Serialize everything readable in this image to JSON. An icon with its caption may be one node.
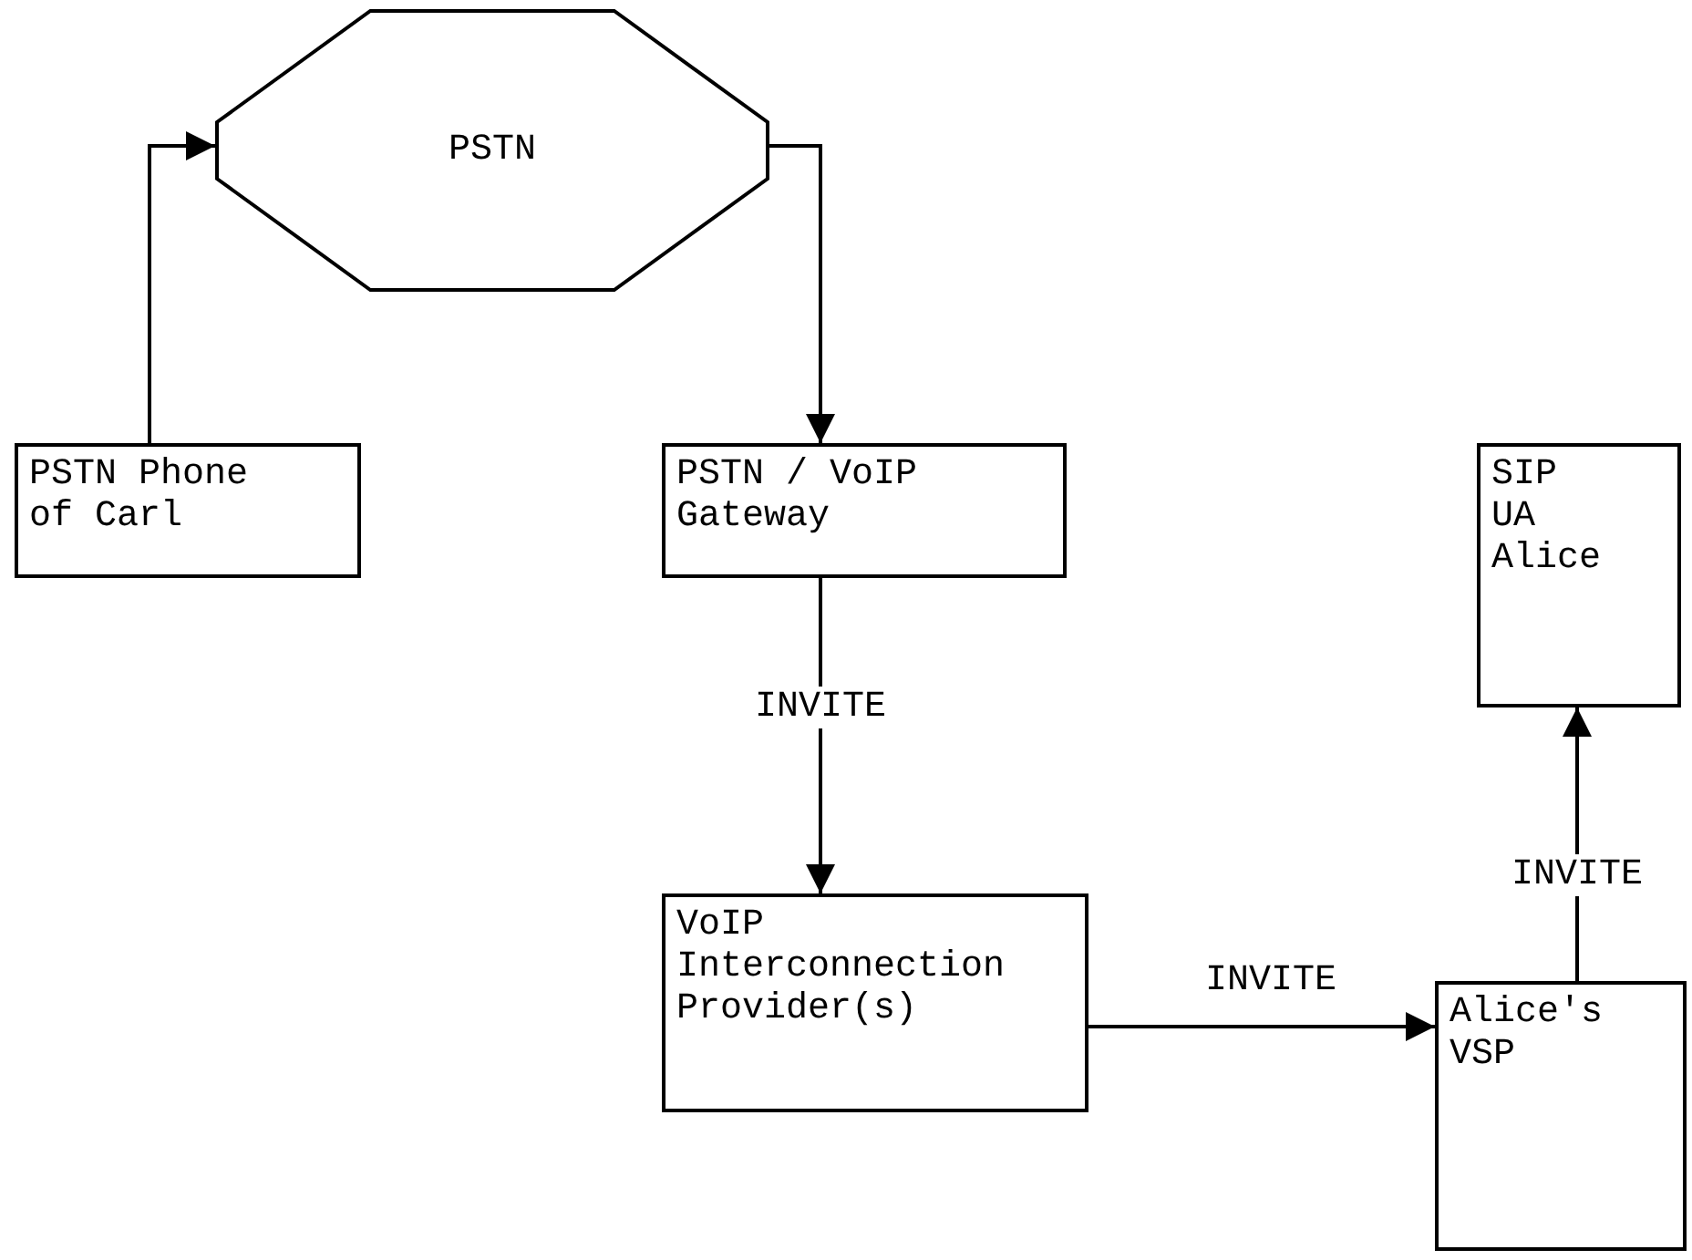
{
  "diagram": {
    "nodes": [
      {
        "text": [
          "PSTN"
        ]
      },
      {
        "text": [
          "PSTN / VoIP Gateway"
        ]
      },
      {
        "text": [
          "PSTN Phone of Carl"
        ]
      },
      {
        "text": [
          "SIP UA Alice"
        ]
      },
      {
        "text": [
          "VoIP Interconnection Provider(s)"
        ]
      },
      {
        "text": [
          "Alice's VSP"
        ]
      }
    ],
    "edges": [
      {
        "from": 2,
        "to": 0,
        "arrow": "to"
      },
      {
        "from": 0,
        "to": 1,
        "arrow": "to"
      },
      {
        "from": 1,
        "to": 4,
        "arrow": "to",
        "label": "INVITE"
      },
      {
        "from": 4,
        "to": 5,
        "arrow": "to",
        "label": "INVITE"
      },
      {
        "from": 5,
        "to": 3,
        "arrow": "to",
        "label": "INVITE"
      }
    ]
  }
}
